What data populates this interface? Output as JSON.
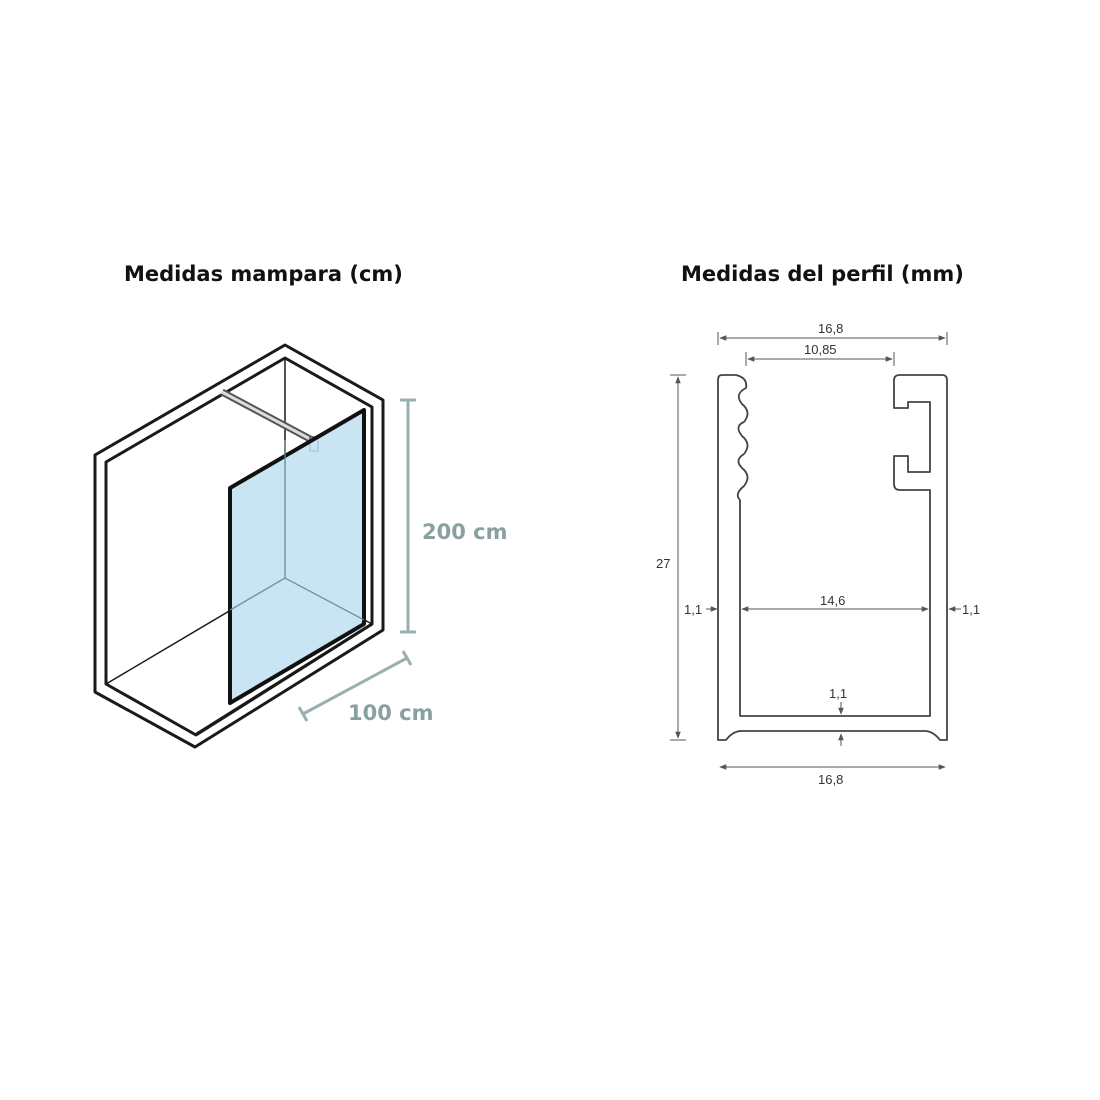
{
  "titles": {
    "left": "Medidas mampara (cm)",
    "right": "Medidas del perfil (mm)"
  },
  "screen": {
    "height_label": "200 cm",
    "width_label": "100 cm",
    "glass_color": "#bfe0f2",
    "dimension_color": "#9ab0b0"
  },
  "profile": {
    "top_outer": "16,8",
    "top_opening": "10,85",
    "height": "27",
    "inner_width": "14,6",
    "wall_left": "1,1",
    "wall_right": "1,1",
    "base_thickness": "1,1",
    "bottom_outer": "16,8"
  }
}
